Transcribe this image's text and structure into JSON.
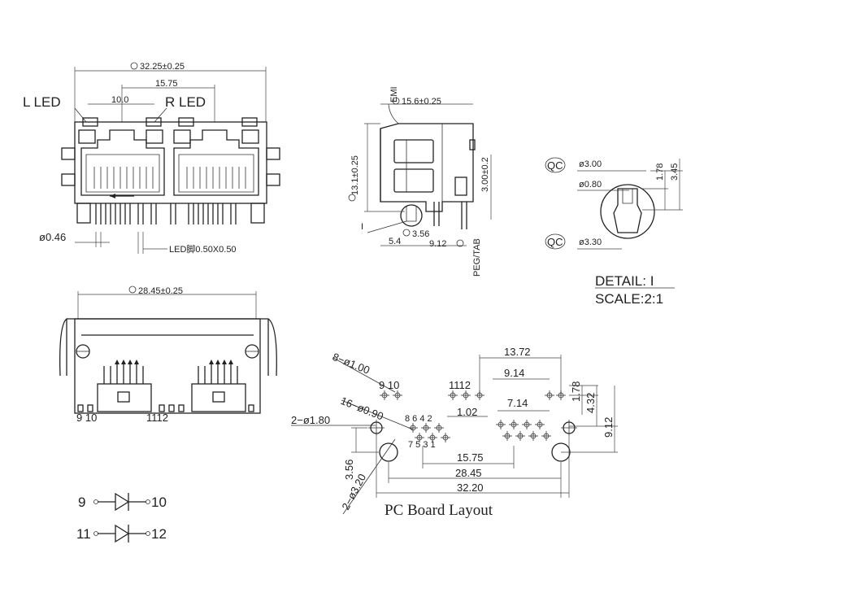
{
  "front": {
    "overall_width": "32.25±0.25",
    "led_span": "15.75",
    "led_pitch": "10.0",
    "left_led": "L LED",
    "right_led": "R LED",
    "pin_diameter": "ø0.46",
    "led_pin": "LED脚0.50X0.50"
  },
  "side": {
    "emi": "EMI",
    "depth": "15.6±0.25",
    "height": "13.1±0.25",
    "offset_height": "3.00±0.2",
    "peg_dia": "3.56",
    "dim_a": "5.4",
    "dim_b": "9.12",
    "peg_tab": "PEG/TAB",
    "detail_mark": "I"
  },
  "detail": {
    "qc_top": "QC",
    "qc_bottom": "QC",
    "d_outer": "ø3.00",
    "d_inner": "ø0.80",
    "d_base": "ø3.30",
    "h1": "1.78",
    "h2": "3.45",
    "title": "DETAIL:  I",
    "scale": "SCALE:2:1"
  },
  "bottom": {
    "width": "28.45±0.25",
    "pins_left": "9 10",
    "pins_right": "1112"
  },
  "pcb": {
    "title": "PC Board Layout",
    "hole_8": "8−ø1.00",
    "hole_16": "16−ø0.90",
    "hole_2a": "2−ø1.80",
    "hole_2b": "2−ø3.20",
    "lbl_910": "9 10",
    "lbl_1112": "1112",
    "lbl_top": "8 6    4 2",
    "lbl_bot": "7 5   3 1",
    "d1372": "13.72",
    "d914": "9.14",
    "d714": "7.14",
    "d102": "1.02",
    "d178": "1.78",
    "d432": "4.32",
    "d912": "9.12",
    "d356": "3.56",
    "d1575": "15.75",
    "d2845": "28.45",
    "d3220": "32.20"
  },
  "schematic": {
    "a_left": "9",
    "a_right": "10",
    "b_left": "11",
    "b_right": "12"
  }
}
